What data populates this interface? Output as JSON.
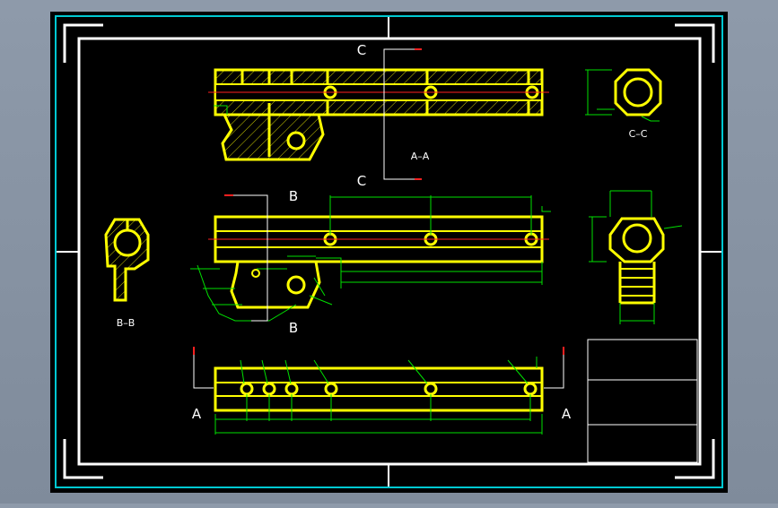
{
  "drawing": {
    "section_labels": {
      "c_top": "C",
      "c_bottom": "C",
      "a_a": "A–A",
      "c_c": "C–C",
      "b_top": "B",
      "b_bottom": "B",
      "b_b": "B–B",
      "a_left": "A",
      "a_right": "A"
    },
    "colors": {
      "background": "#000000",
      "frame": "#ffffff",
      "corner_marks": "#00c8d2",
      "part_outline": "#ffff00",
      "dimension": "#00e000",
      "center_line": "#ff2020",
      "hatch": "#cccc00"
    }
  }
}
